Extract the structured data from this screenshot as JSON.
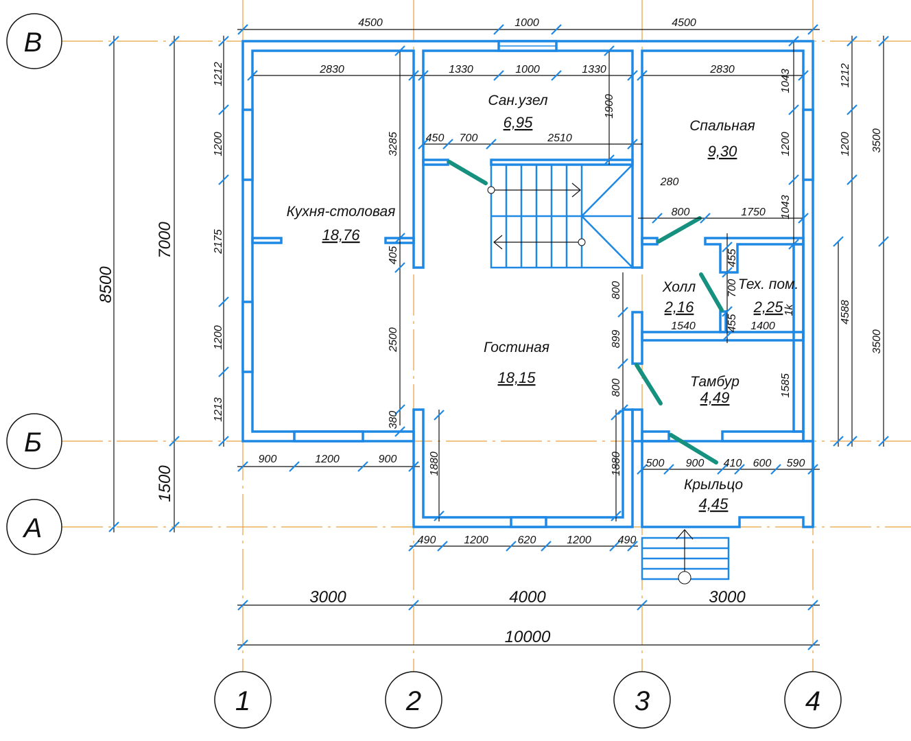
{
  "colors": {
    "wall": "#1e88e5",
    "door": "#16907f",
    "axis": "#e8a03a",
    "dimension": "#111111"
  },
  "axes": {
    "rows": [
      "В",
      "Б",
      "А"
    ],
    "columns": [
      "1",
      "2",
      "3",
      "4"
    ]
  },
  "rooms": [
    {
      "name": "Кухня-столовая",
      "area": "18,76"
    },
    {
      "name": "Сан.узел",
      "area": "6,95"
    },
    {
      "name": "Спальная",
      "area": "9,30"
    },
    {
      "name": "Холл",
      "area": "2,16"
    },
    {
      "name": "Тех. пом.",
      "area": "2,25"
    },
    {
      "name": "Гостиная",
      "area": "18,15"
    },
    {
      "name": "Тамбур",
      "area": "4,49"
    },
    {
      "name": "Крыльцо",
      "area": "4,45"
    }
  ],
  "dimensions": [
    "4500",
    "1000",
    "4500",
    "2830",
    "1330",
    "1000",
    "1330",
    "2830",
    "450",
    "700",
    "2510",
    "1900",
    "1212",
    "1200",
    "2175",
    "1200",
    "1213",
    "7000",
    "8500",
    "1500",
    "3285",
    "405",
    "2500",
    "380",
    "1043",
    "1200",
    "1043",
    "1212",
    "1200",
    "3500",
    "4588",
    "3500",
    "280",
    "800",
    "1750",
    "455",
    "700",
    "455",
    "1540",
    "1400",
    "1k",
    "800",
    "899",
    "800",
    "1585",
    "1880",
    "1880",
    "900",
    "1200",
    "900",
    "500",
    "900",
    "410",
    "600",
    "590",
    "490",
    "1200",
    "620",
    "1200",
    "490",
    "3000",
    "4000",
    "3000",
    "10000"
  ]
}
